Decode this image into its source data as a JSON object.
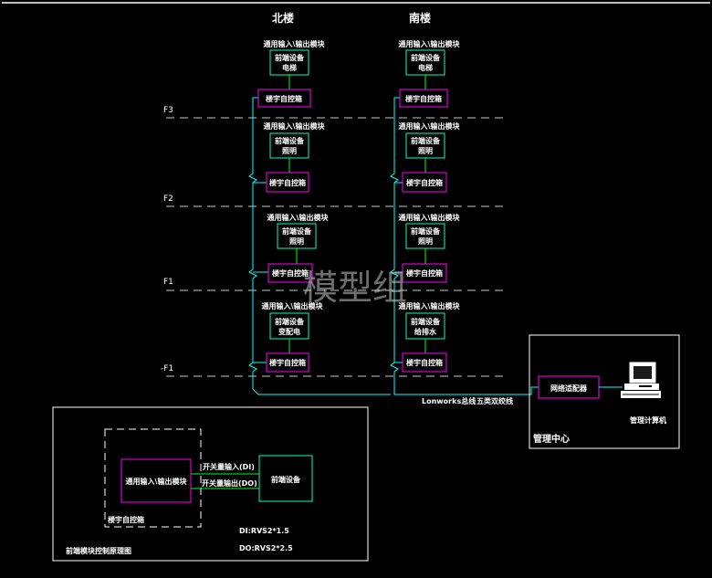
{
  "buildings": {
    "north": "北楼",
    "south": "南楼"
  },
  "floors": [
    "F3",
    "F2",
    "F1",
    "-F1"
  ],
  "north_column": [
    {
      "module": "通用输入\\输出模块",
      "device": [
        "前端设备",
        "电梯"
      ],
      "controller": "楼宇自控箱"
    },
    {
      "module": "通用输入\\输出模块",
      "device": [
        "前端设备",
        "照明"
      ],
      "controller": "楼宇自控箱"
    },
    {
      "module": "通用输入\\输出模块",
      "device": [
        "前端设备",
        "照明"
      ],
      "controller": "楼宇自控箱"
    },
    {
      "module": "通用输入\\输出模块",
      "device": [
        "前端设备",
        "变配电"
      ],
      "controller": "楼宇自控箱"
    }
  ],
  "south_column": [
    {
      "module": "通用输入\\输出模块",
      "device": [
        "前端设备",
        "电梯"
      ],
      "controller": "楼宇自控箱"
    },
    {
      "module": "通用输入\\输出模块",
      "device": [
        "前端设备",
        "照明"
      ],
      "controller": "楼宇自控箱"
    },
    {
      "module": "通用输入\\输出模块",
      "device": [
        "前端设备",
        "照明"
      ],
      "controller": "楼宇自控箱"
    },
    {
      "module": "通用输入\\输出模块",
      "device": [
        "前端设备",
        "给排水"
      ],
      "controller": "楼宇自控箱"
    }
  ],
  "bus": {
    "label": "Lonworks总线",
    "cable": "五类双绞线"
  },
  "management": {
    "adapter": "网络适配器",
    "computer": "管理计算机",
    "center": "管理中心"
  },
  "detail": {
    "module": "通用输入\\输出模块",
    "controller": "楼宇自控箱",
    "device": "前端设备",
    "input_label": "开关量输入(DI)",
    "output_label": "开关量输出(DO)",
    "spec_di": "DI:RVS2*1.5",
    "spec_do": "DO:RVS2*2.5",
    "caption": "前端模块控制原理图"
  },
  "watermark": "模型组",
  "colors": {
    "background": "#000000",
    "frame": "#ffffff",
    "dashed": "#c8c8c8",
    "bus": "#00ffff",
    "module": "#ff00ff",
    "device": "#00ffc0",
    "link": "#00ff00",
    "text": "#ffffff"
  }
}
